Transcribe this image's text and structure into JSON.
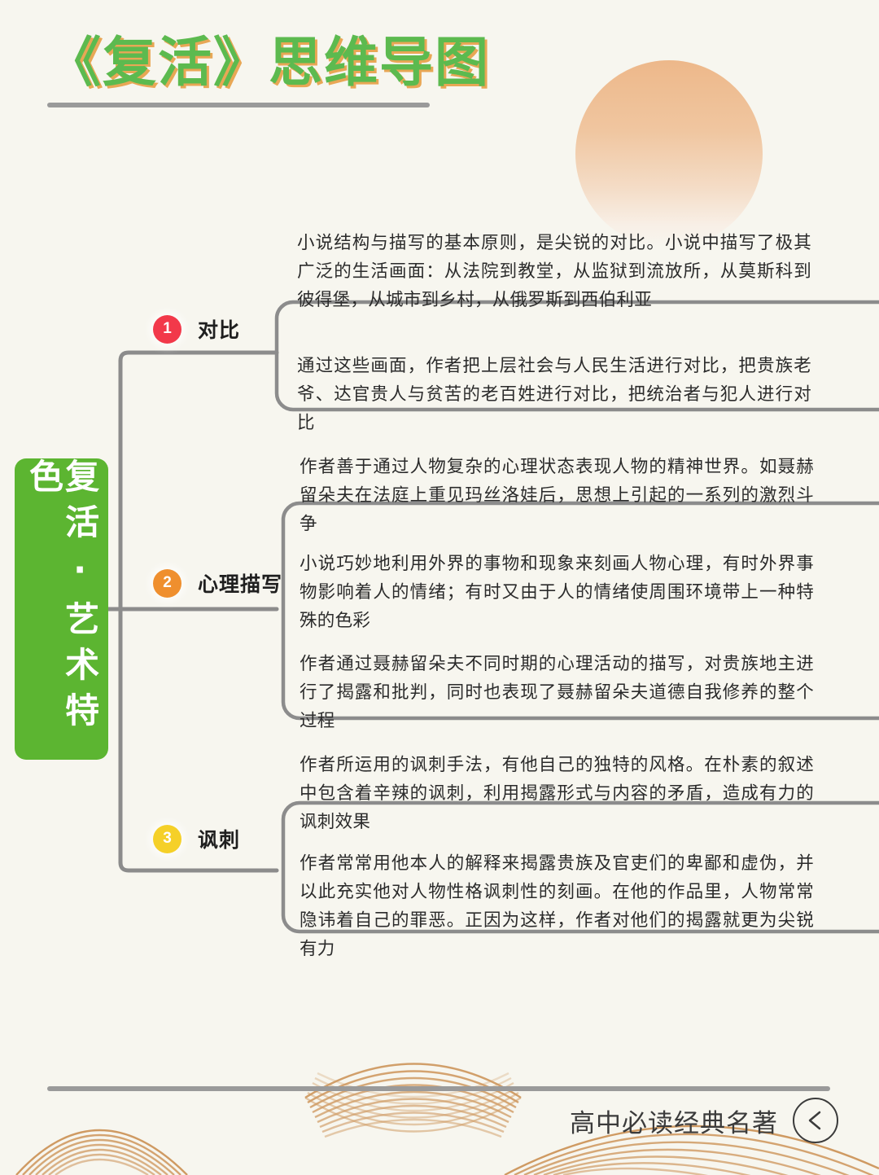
{
  "header": {
    "title": "《复活》思维导图",
    "title_color": "#5cba4f",
    "title_shadow_color": "#e8a755"
  },
  "background_color": "#f7f6ef",
  "decor": {
    "sun_icon": "sun-circle",
    "sun_color": "#edb88a",
    "wave_color": "#cf9a62"
  },
  "mindmap": {
    "root": {
      "label": "复活·艺术特色",
      "color": "#5cb531"
    },
    "branches": [
      {
        "number": "1",
        "label": "对比",
        "badge_color": "#f2394a",
        "items": [
          "小说结构与描写的基本原则，是尖锐的对比。小说中描写了极其广泛的生活画面：从法院到教堂，从监狱到流放所，从莫斯科到彼得堡，从城市到乡村，从俄罗斯到西伯利亚",
          "通过这些画面，作者把上层社会与人民生活进行对比，把贵族老爷、达官贵人与贫苦的老百姓进行对比，把统治者与犯人进行对比"
        ]
      },
      {
        "number": "2",
        "label": "心理描写",
        "badge_color": "#ef8f2e",
        "items": [
          "作者善于通过人物复杂的心理状态表现人物的精神世界。如聂赫留朵夫在法庭上重见玛丝洛娃后，思想上引起的一系列的激烈斗争",
          "小说巧妙地利用外界的事物和现象来刻画人物心理，有时外界事物影响着人的情绪；有时又由于人的情绪使周围环境带上一种特殊的色彩",
          "作者通过聂赫留朵夫不同时期的心理活动的描写，对贵族地主进行了揭露和批判，同时也表现了聂赫留朵夫道德自我修养的整个过程"
        ]
      },
      {
        "number": "3",
        "label": "讽刺",
        "badge_color": "#f5d028",
        "items": [
          "作者所运用的讽刺手法，有他自己的独特的风格。在朴素的叙述中包含着辛辣的讽刺，利用揭露形式与内容的矛盾，造成有力的讽刺效果",
          "作者常常用他本人的解释来揭露贵族及官吏们的卑鄙和虚伪，并以此充实他对人物性格讽刺性的刻画。在他的作品里，人物常常隐讳着自己的罪恶。正因为这样，作者对他们的揭露就更为尖锐有力"
        ]
      }
    ],
    "connector_color": "#8c8c8c"
  },
  "footer": {
    "text": "高中必读经典名著",
    "back_icon": "chevron-left-icon"
  }
}
